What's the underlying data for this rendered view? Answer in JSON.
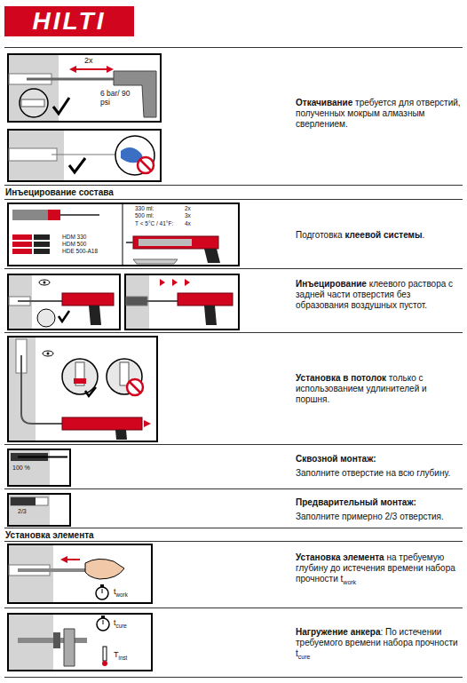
{
  "diagram": {
    "nodes": [
      {
        "text": [
          "HILTI"
        ]
      }
    ],
    "labels": [
      "2x",
      "6 bar/ 90 psi",
      "Откачивание",
      "требуется для отверстий, полученных мокрым алмазным сверлением.",
      "Инъецирование состава",
      "330 ml:",
      "2x",
      "500 ml:",
      "3x",
      "T < 5°C / 41°F:",
      "4x",
      "HDM 330",
      "HDM 500",
      "HDE 500-A18",
      "Подготовка",
      "клеевой системы",
      ".",
      "Инъецирование",
      "клеевого раствора с задней части отверстия без образования воздушных пустот.",
      "Установка в потолок",
      "только с использованием удлинителей и поршня.",
      "100 %",
      "Сквозной монтаж:",
      "Заполните отверстие на всю глубину.",
      "2/3",
      "Предварительный монтаж:",
      "Заполните примерно 2/3 отверстия.",
      "Установка элемента",
      "t",
      "work",
      "Установка элемента",
      "на требуемую глубину до истечения времени набора прочности t",
      "work",
      "t",
      "cure",
      "T",
      "inst",
      "Нагружение анкера",
      ": По истечении требуемого времени набора прочности t",
      "cure"
    ]
  }
}
